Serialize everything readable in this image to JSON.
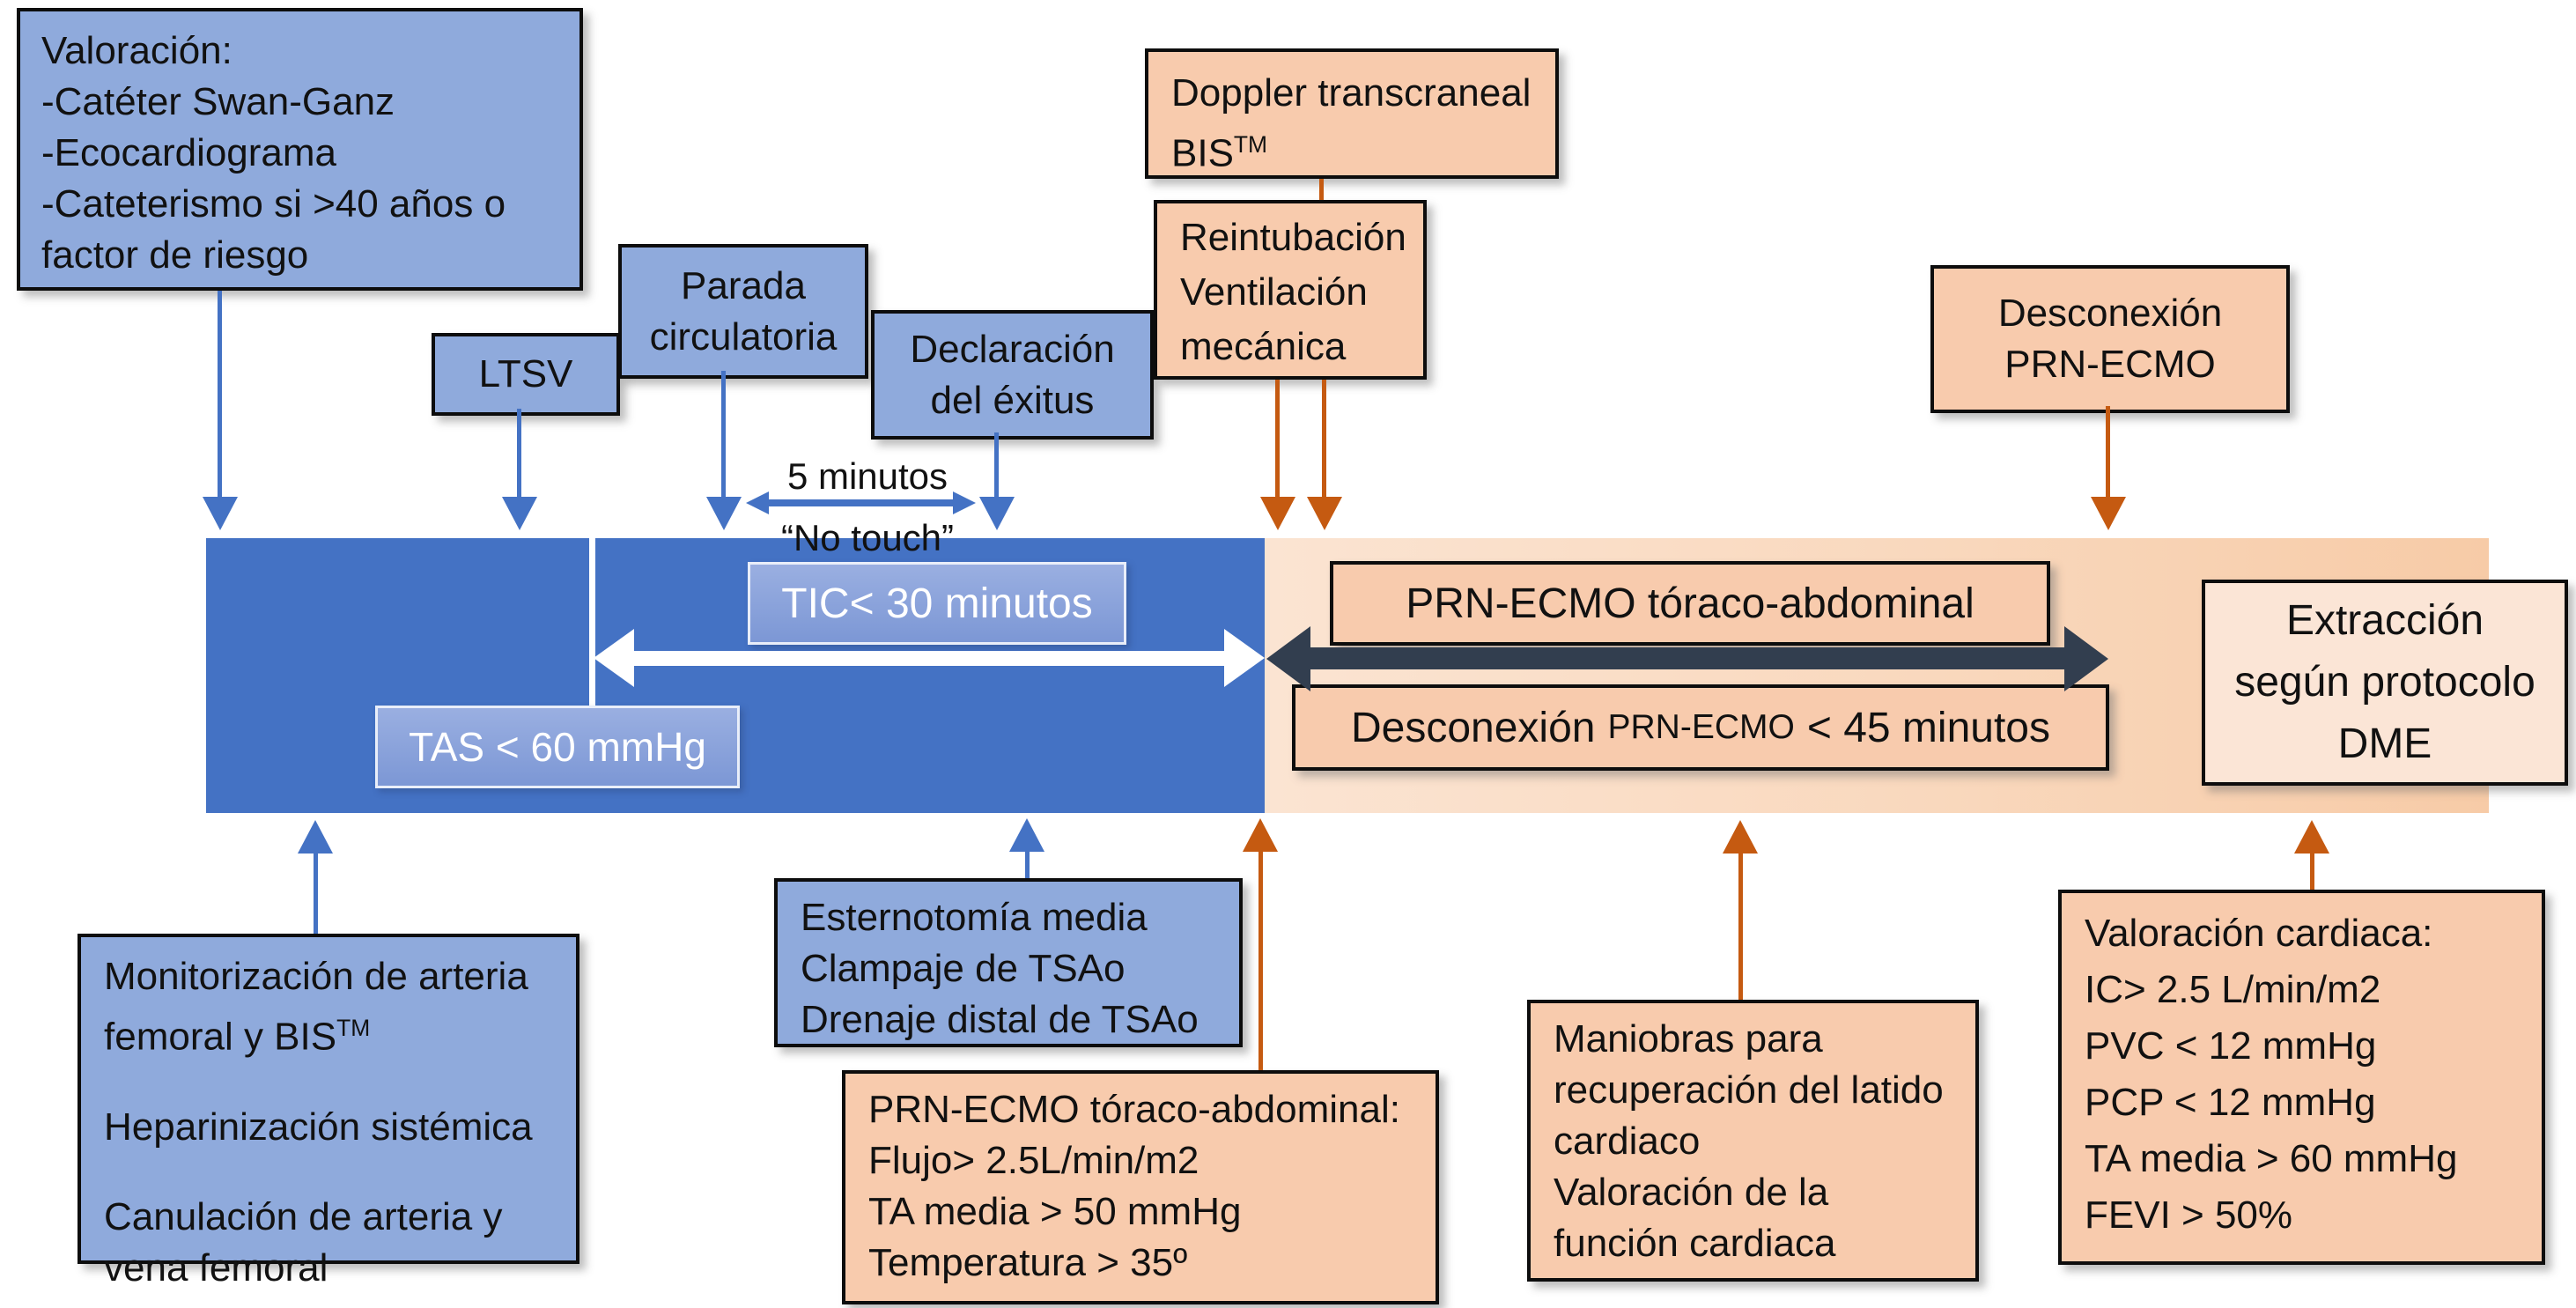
{
  "colors": {
    "box_blue": "#8FAADC",
    "bar_blue": "#4472C4",
    "box_orange": "#F8CBAD",
    "bar_orange_start": "#FBE4D2",
    "bar_orange_end": "#F7CBA7",
    "extraction_fill": "#FBE5D6",
    "inner_label_blue": "#8CA5DC",
    "arrow_blue": "#4472C4",
    "arrow_orange": "#C55A11",
    "arrow_dark": "#323E4F",
    "border_dark": "#0D0D0D"
  },
  "top": {
    "valoracion": {
      "lines": [
        "Valoración:",
        "-Catéter Swan-Ganz",
        "-Ecocardiograma",
        "-Cateterismo si >40 años o",
        "factor de riesgo"
      ]
    },
    "ltsv": {
      "label": "LTSV"
    },
    "parada": {
      "lines": [
        "Parada",
        "circulatoria"
      ]
    },
    "declaracion": {
      "lines": [
        "Declaración",
        "del éxitus"
      ]
    },
    "doppler": {
      "line1": "Doppler transcraneal",
      "line2": "BIS",
      "sup": "TM"
    },
    "reintubacion": {
      "lines": [
        "Reintubación",
        "Ventilación",
        "mecánica"
      ]
    },
    "desconexion_prn": {
      "lines": [
        "Desconexión",
        "PRN-ECMO"
      ]
    }
  },
  "timeline": {
    "no_touch_label": {
      "line1": "5 minutos",
      "line2": "“No touch”"
    },
    "tic": "TIC< 30 minutos",
    "tas": "TAS < 60 mmHg",
    "prn_ecmo": "PRN-ECMO tóraco-abdominal",
    "desconexion": {
      "part1": "Desconexión",
      "part2": "PRN-ECMO",
      "part3": "< 45 minutos"
    },
    "extraccion": {
      "lines": [
        "Extracción",
        "según protocolo",
        "DME"
      ]
    }
  },
  "bottom": {
    "monitorizacion": {
      "p1_line1": "Monitorización de arteria",
      "p1_line2": "femoral y BIS",
      "p1_sup": "TM",
      "p2": "Heparinización sistémica",
      "p3_line1": "Canulación de arteria y",
      "p3_line2": "vena femoral"
    },
    "esternotomia": {
      "lines": [
        "Esternotomía media",
        "Clampaje de TSAo",
        "Drenaje distal de TSAo"
      ]
    },
    "prn_detalle": {
      "lines": [
        "PRN-ECMO tóraco-abdominal:",
        "Flujo> 2.5L/min/m2",
        "TA media > 50 mmHg",
        "Temperatura > 35º"
      ]
    },
    "maniobras": {
      "lines": [
        "Maniobras para",
        "recuperación del latido",
        "cardiaco",
        "Valoración de la",
        "función cardiaca"
      ]
    },
    "valoracion_cardiaca": {
      "lines": [
        "Valoración cardiaca:",
        "IC> 2.5 L/min/m2",
        "PVC < 12 mmHg",
        "PCP < 12 mmHg",
        "TA media > 60 mmHg",
        "FEVI > 50%"
      ]
    }
  }
}
